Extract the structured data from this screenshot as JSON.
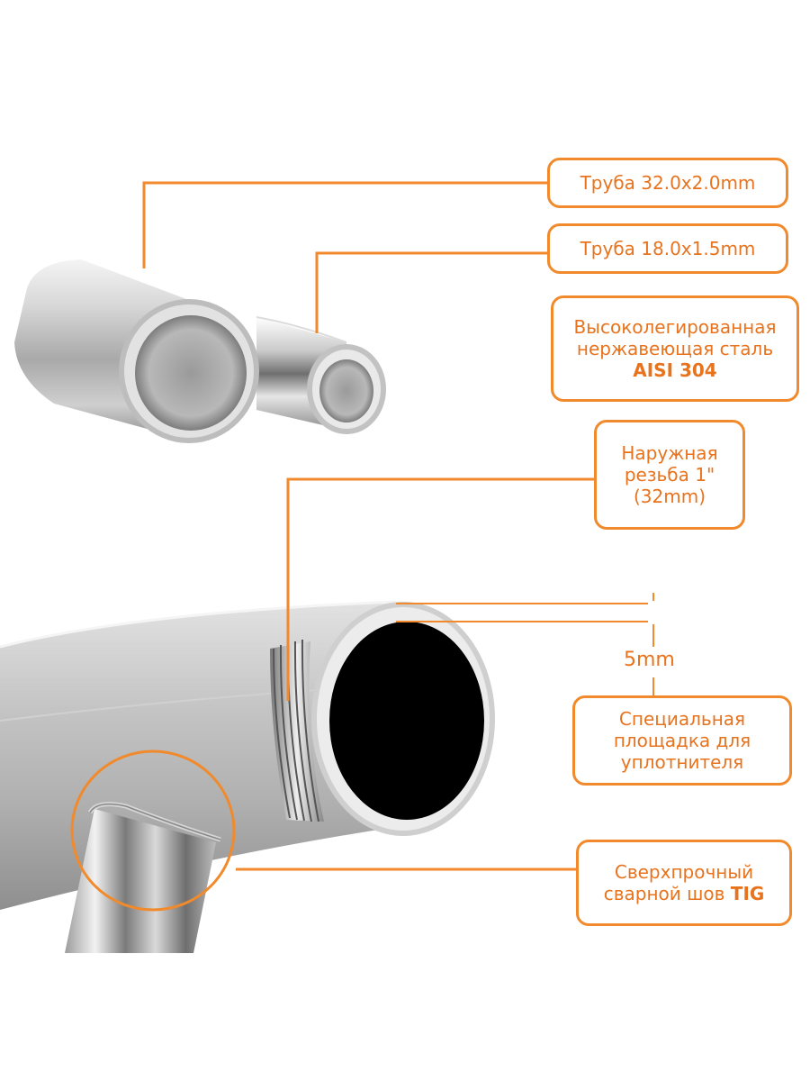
{
  "callouts": {
    "pipe32": "Труба 32.0x2.0mm",
    "pipe18": "Труба 18.0x1.5mm",
    "steel_line1": "Высоколегированная",
    "steel_line2": "нержавеющая сталь",
    "steel_grade": "AISI 304",
    "thread_line1": "Наружная",
    "thread_line2": "резьба 1\"",
    "thread_line3": "(32mm)",
    "seal_line1": "Специальная",
    "seal_line2": "площадка для",
    "seal_line3": "уплотнителя",
    "weld_line1": "Сверхпрочный",
    "weld_line2": "сварной шов",
    "weld_type": "TIG"
  },
  "dimension": {
    "label": "5mm"
  },
  "colors": {
    "accent": "#f08a2c",
    "text": "#e8731e"
  }
}
